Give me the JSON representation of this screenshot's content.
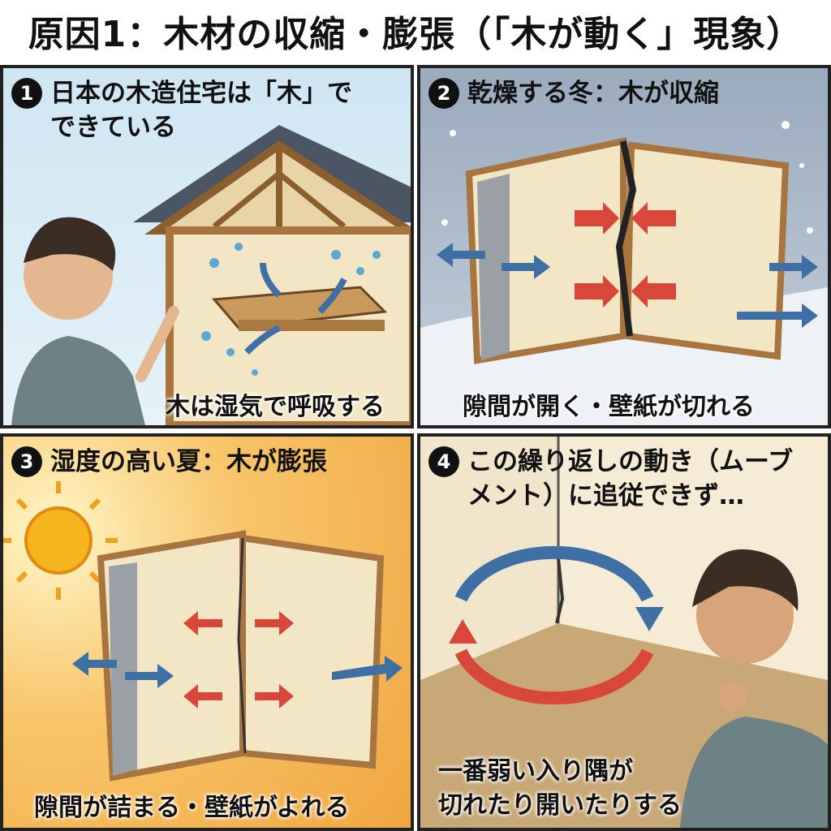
{
  "title": "原因1：木材の収縮・膨張（「木が動く」現象）",
  "panels": [
    {
      "number": "1",
      "heading_lines": [
        "日本の木造住宅は「木」で",
        "できている"
      ],
      "caption": "木は湿気で呼吸する"
    },
    {
      "number": "2",
      "heading_lines": [
        "乾燥する冬：木が収縮"
      ],
      "caption": "隙間が開く・壁紙が切れる"
    },
    {
      "number": "3",
      "heading_lines": [
        "湿度の高い夏：木が膨張"
      ],
      "caption": "隙間が詰まる・壁紙がよれる"
    },
    {
      "number": "4",
      "heading_lines": [
        "この繰り返しの動き（ムーブ",
        "メント）に追従できず…"
      ],
      "caption_lines": [
        "一番弱い入り隅が",
        "切れたり開いたりする"
      ]
    }
  ],
  "colors": {
    "blue_arrow": "#3e6fa5",
    "red_arrow": "#d9473a",
    "wood": "#c89a5c",
    "wall": "#f3e6c4"
  }
}
